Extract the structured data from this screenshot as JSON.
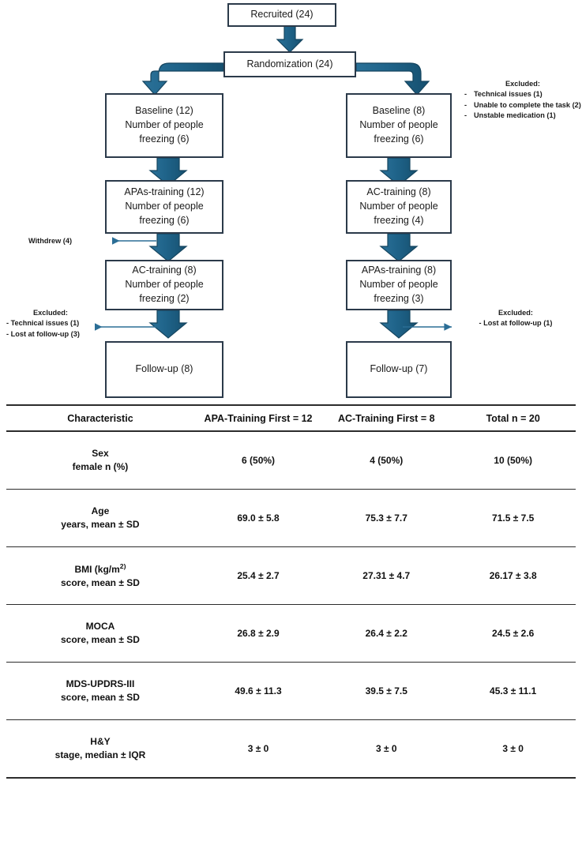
{
  "flowchart": {
    "boxes": {
      "recruited": {
        "text": "Recruited (24)"
      },
      "randomization": {
        "text": "Randomization (24)"
      },
      "left_baseline": {
        "l1": "Baseline (12)",
        "l2": "Number of people",
        "l3": "freezing (6)"
      },
      "left_apas": {
        "l1": "APAs-training (12)",
        "l2": "Number of people",
        "l3": "freezing (6)"
      },
      "left_ac": {
        "l1": "AC-training (8)",
        "l2": "Number of people",
        "l3": "freezing (2)"
      },
      "left_followup": {
        "text": "Follow-up (8)"
      },
      "right_baseline": {
        "l1": "Baseline (8)",
        "l2": "Number of people",
        "l3": "freezing (6)"
      },
      "right_ac": {
        "l1": "AC-training (8)",
        "l2": "Number of people",
        "l3": "freezing (4)"
      },
      "right_apas": {
        "l1": "APAs-training (8)",
        "l2": "Number of people",
        "l3": "freezing (3)"
      },
      "right_followup": {
        "text": "Follow-up (7)"
      }
    },
    "notes": {
      "excluded_top_right": {
        "title": "Excluded:",
        "items": [
          "Technical issues (1)",
          "Unable to complete the task (2)",
          "Unstable medication (1)"
        ]
      },
      "withdrew_left": {
        "text": "Withdrew (4)"
      },
      "excluded_left": {
        "title": "Excluded:",
        "items": [
          "- Technical issues (1)",
          "- Lost at follow-up (3)"
        ]
      },
      "excluded_right": {
        "title": "Excluded:",
        "items": [
          "- Lost at follow-up (1)"
        ]
      }
    },
    "colors": {
      "arrow": "#1f6389",
      "arrow_dark": "#15455f",
      "box_border": "#2b3a4a",
      "thin_arrow": "#2b6e96"
    }
  },
  "table": {
    "headers": [
      "Characteristic",
      "APA-Training First = 12",
      "AC-Training First = 8",
      "Total n = 20"
    ],
    "rows": [
      {
        "label_line1": "Sex",
        "label_line2": "female n (%)",
        "label_sup": "",
        "apa": "6 (50%)",
        "ac": "4 (50%)",
        "total": "10 (50%)"
      },
      {
        "label_line1": "Age",
        "label_line2": "years, mean ± SD",
        "label_sup": "",
        "apa": "69.0 ± 5.8",
        "ac": "75.3 ± 7.7",
        "total": "71.5 ± 7.5"
      },
      {
        "label_line1": "BMI (kg/m",
        "label_line2": "score, mean ± SD",
        "label_sup": "2)",
        "apa": "25.4 ± 2.7",
        "ac": "27.31 ± 4.7",
        "total": "26.17 ± 3.8"
      },
      {
        "label_line1": "MOCA",
        "label_line2": "score, mean ± SD",
        "label_sup": "",
        "apa": "26.8 ± 2.9",
        "ac": "26.4 ± 2.2",
        "total": "24.5 ± 2.6"
      },
      {
        "label_line1": "MDS-UPDRS-III",
        "label_line2": "score, mean ± SD",
        "label_sup": "",
        "apa": "49.6 ± 11.3",
        "ac": "39.5 ± 7.5",
        "total": "45.3 ± 11.1"
      },
      {
        "label_line1": "H&Y",
        "label_line2": "stage, median ± IQR",
        "label_sup": "",
        "apa": "3 ± 0",
        "ac": "3 ± 0",
        "total": "3 ± 0"
      }
    ]
  }
}
